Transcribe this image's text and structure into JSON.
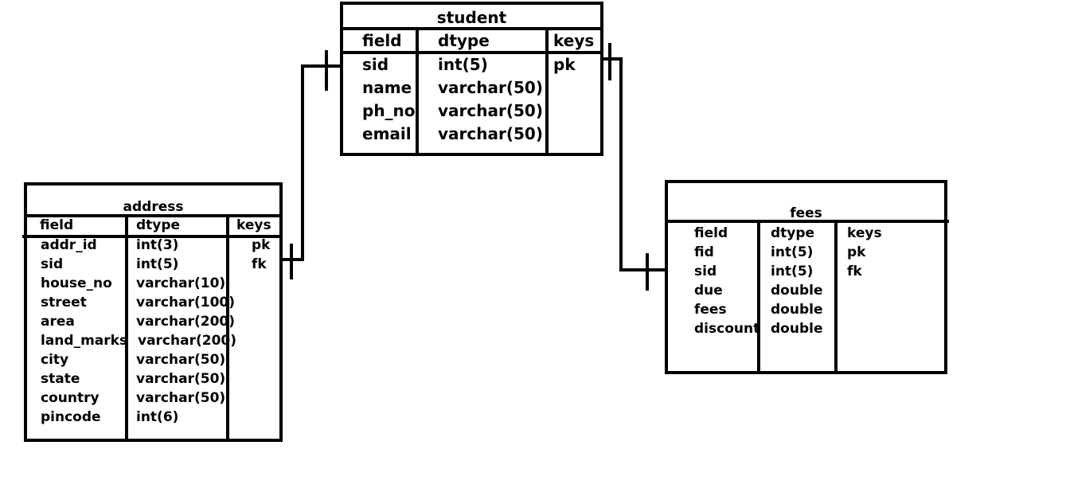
{
  "student": {
    "title": "student",
    "headers": [
      "field",
      "dtype",
      "keys"
    ],
    "rows": [
      [
        "sid",
        "int(5)",
        "pk"
      ],
      [
        "name",
        "varchar(50)",
        ""
      ],
      [
        "ph_no",
        "varchar(50)",
        ""
      ],
      [
        "email",
        "varchar(50)",
        ""
      ]
    ]
  },
  "address": {
    "title": "address",
    "headers": [
      "field",
      "dtype",
      "keys"
    ],
    "rows": [
      [
        "addr_id",
        "int(3)",
        "pk"
      ],
      [
        "sid",
        "int(5)",
        "fk"
      ],
      [
        "house_no",
        "varchar(10)",
        ""
      ],
      [
        "street",
        "varchar(100)",
        ""
      ],
      [
        "area",
        "varchar(200)",
        ""
      ],
      [
        "land_marks",
        "varchar(200)",
        ""
      ],
      [
        "city",
        "varchar(50)",
        ""
      ],
      [
        "state",
        "varchar(50)",
        ""
      ],
      [
        "country",
        "varchar(50)",
        ""
      ],
      [
        "pincode",
        "int(6)",
        ""
      ]
    ]
  },
  "fees": {
    "title": "fees",
    "headers": [
      "field",
      "dtype",
      "keys"
    ],
    "rows": [
      [
        "fid",
        "int(5)",
        "pk"
      ],
      [
        "sid",
        "int(5)",
        "fk"
      ],
      [
        "due",
        "double",
        ""
      ],
      [
        "fees",
        "double",
        ""
      ],
      [
        "discount",
        "double",
        ""
      ]
    ]
  },
  "relationships": [
    {
      "from": "student.sid",
      "to": "address.sid",
      "from_card": "one",
      "to_card": "one"
    },
    {
      "from": "student.sid",
      "to": "fees.sid",
      "from_card": "one",
      "to_card": "one"
    }
  ]
}
